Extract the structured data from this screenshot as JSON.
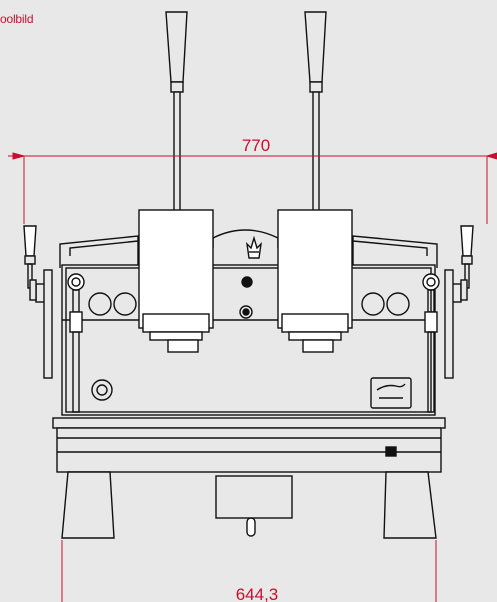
{
  "caption": "oolbild",
  "dimensions": {
    "overall_width": "770",
    "base_width": "644,3"
  },
  "colors": {
    "background": "#e8e8e8",
    "dimension": "#c8102e",
    "line": "#111111",
    "body_fill": "#e8e8e8",
    "white": "#ffffff"
  }
}
